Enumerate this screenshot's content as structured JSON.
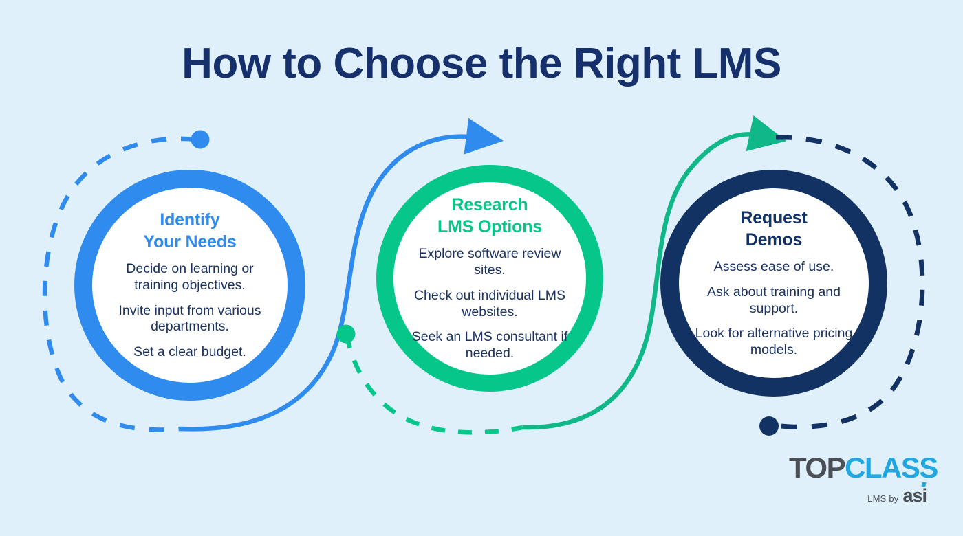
{
  "page": {
    "title": "How to Choose the Right LMS",
    "background_color": "#e0f0fb"
  },
  "colors": {
    "blue": "#2f8bed",
    "green": "#06c68a",
    "navy": "#133264",
    "title_navy": "#16306b",
    "body_text": "#1b3260",
    "logo_cyan": "#22a7e0",
    "logo_gray": "#4a4f55"
  },
  "steps": [
    {
      "id": "identify-your-needs",
      "title_line_1": "Identify",
      "title_line_2": "Your Needs",
      "color": "#2f8bed",
      "bullets": [
        "Decide on learning or training objectives.",
        "Invite input from various departments.",
        "Set a clear budget."
      ]
    },
    {
      "id": "research-lms-options",
      "title_line_1": "Research",
      "title_line_2": "LMS Options",
      "color": "#06c68a",
      "bullets": [
        "Explore software review sites.",
        "Check out individual LMS websites.",
        "Seek an LMS consultant if needed."
      ]
    },
    {
      "id": "request-demos",
      "title_line_1": "Request",
      "title_line_2": "Demos",
      "color": "#133264",
      "bullets": [
        "Assess ease of use.",
        "Ask about training and support.",
        "Look for alternative pricing models."
      ]
    }
  ],
  "connectors": [
    {
      "name": "blue-dashed-arc",
      "color": "#2f8bed",
      "style": "dashed",
      "end_marker": "dot"
    },
    {
      "name": "blue-solid-arrow",
      "color": "#2f8bed",
      "style": "solid",
      "end_marker": "arrowhead"
    },
    {
      "name": "green-dashed-arc",
      "color": "#06c68a",
      "style": "dashed",
      "end_marker": "dot"
    },
    {
      "name": "green-solid-arrow",
      "color": "#06c68a",
      "style": "solid",
      "end_marker": "arrowhead"
    },
    {
      "name": "navy-dashed-arc",
      "color": "#133264",
      "style": "dashed",
      "end_marker": "dot"
    }
  ],
  "logo": {
    "word_top": "TOP",
    "word_class": "CLASS",
    "tagline": "LMS by",
    "brand": "asi"
  }
}
